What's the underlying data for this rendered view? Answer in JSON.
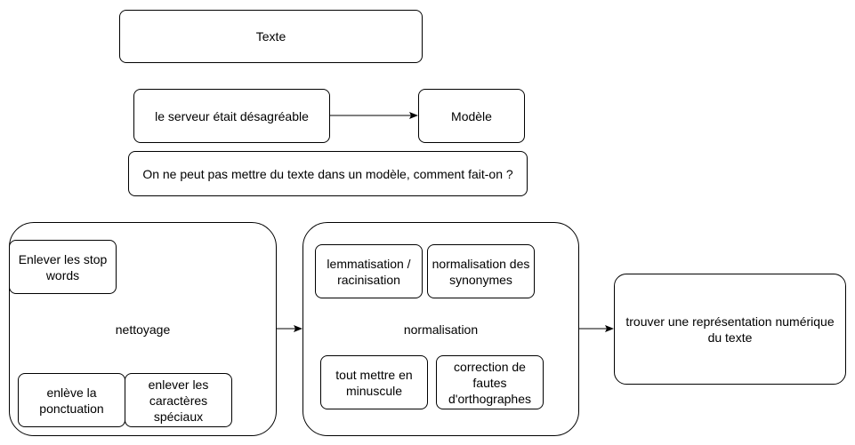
{
  "nodes": {
    "texte": "Texte",
    "input_sentence": "le serveur était désagréable",
    "modele": "Modèle",
    "question": "On ne peut pas mettre du texte dans un modèle, comment fait-on ?",
    "nettoyage": {
      "title": "nettoyage",
      "stop_words": "Enlever les stop words",
      "ponctuation": "enlève la ponctuation",
      "speciaux": "enlever les caractères spéciaux"
    },
    "normalisation": {
      "title": "normalisation",
      "lemmatisation": "lemmatisation / racinisation",
      "synonymes": "normalisation des synonymes",
      "minuscule": "tout mettre en minuscule",
      "orthographe": "correction de fautes d'orthographes"
    },
    "representation": "trouver une représentation numérique du texte"
  },
  "colors": {
    "stroke": "#000000",
    "fill": "#ffffff"
  }
}
